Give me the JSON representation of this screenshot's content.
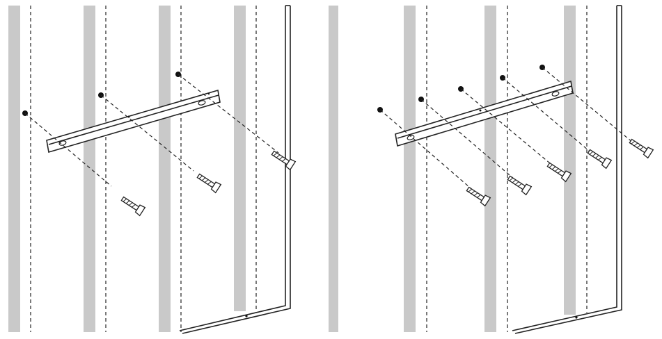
{
  "figure": {
    "panels": [
      {
        "id": "left",
        "anchors": 3,
        "screws": 3
      },
      {
        "id": "right",
        "anchors": 5,
        "screws": 5
      }
    ],
    "colors": {
      "stud": "#c9c9c9",
      "line": "#222222",
      "background": "#ffffff"
    }
  }
}
